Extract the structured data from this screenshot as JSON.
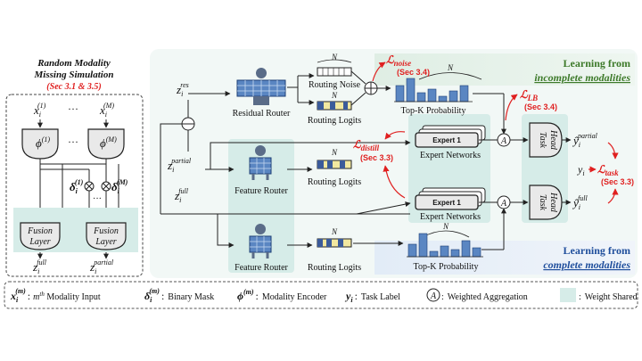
{
  "colors": {
    "accent_red": "#e02020",
    "green_title": "#3d7a2a",
    "blue_title": "#1f4e9c",
    "shared_fill": "#d6ece8",
    "panel_fill": "#f2f8f6",
    "box_gray": "#e9e9e9"
  },
  "left_panel": {
    "title_line1": "Random Modality",
    "title_line2": "Missing Simulation",
    "section": "(Sec 3.1 & 3.5)",
    "x1": "x",
    "x1_sub": "i",
    "x1_sup": "(1)",
    "xM": "x",
    "xM_sub": "i",
    "xM_sup": "(M)",
    "dots": "···",
    "phi1": "ϕ",
    "phi1_sup": "(1)",
    "phiM": "ϕ",
    "phiM_sup": "(M)",
    "delta1": "δ",
    "delta1_sub": "i",
    "delta1_sup": "(1)",
    "deltaM": "δ",
    "deltaM_sub": "i",
    "deltaM_sup": "(M)",
    "fusion_line1": "Fusion",
    "fusion_line2": "Layer",
    "z_full": "z",
    "z_full_sub": "i",
    "z_full_sup": "full",
    "z_partial": "z",
    "z_partial_sub": "i",
    "z_partial_sup": "partial"
  },
  "main": {
    "z_res": "z",
    "z_res_sub": "i",
    "z_res_sup": "res",
    "z_partial": "z",
    "z_partial_sub": "i",
    "z_partial_sup": "partial",
    "z_full": "z",
    "z_full_sub": "i",
    "z_full_sup": "full",
    "residual_router": "Residual Router",
    "feature_router_top": "Feature Router",
    "feature_router_bottom": "Feature Router",
    "routing_noise": "Routing Noise",
    "routing_logits_res": "Routing Logits",
    "routing_logits_mid": "Routing Logits",
    "routing_logits_bottom": "Routing Logits",
    "n_label": "N",
    "topk_top": "Top-K Probability",
    "topk_bottom": "Top-K Probability",
    "expert_label_top": "Expert 1",
    "expert_label_bottom": "Expert 1",
    "expert_networks_top": "Expert Networks",
    "expert_networks_bottom": "Expert Networks",
    "task_head_top_line1": "Task",
    "task_head_top_line2": "Head",
    "task_head_bottom_line1": "Task",
    "task_head_bottom_line2": "Head",
    "agg_symbol": "A",
    "y_hat_partial": "ŷ",
    "y_hat_partial_sub": "i",
    "y_hat_partial_sup": "partial",
    "y_hat_full": "ŷ",
    "y_hat_full_sub": "i",
    "y_hat_full_sup": "full",
    "y_i": "y",
    "y_i_sub": "i",
    "loss_noise": "noise",
    "loss_noise_sec": "(Sec 3.4)",
    "loss_lb": "LB",
    "loss_lb_sec": "(Sec 3.4)",
    "loss_distill": "distill",
    "loss_distill_sec": "(Sec 3.3)",
    "loss_task": "task",
    "loss_task_sec": "(Sec 3.3)",
    "loss_symbol": "ℒ",
    "learning_incomplete_line1": "Learning from",
    "learning_incomplete_line2": "incomplete modalities",
    "learning_complete_line1": "Learning from",
    "learning_complete_line2": "complete modalities"
  },
  "legend": {
    "x_sym": "x",
    "x_sub": "i",
    "x_sup": "(m)",
    "x_desc_m": "m",
    "x_desc_th": "th",
    "x_desc_rest": " Modality Input",
    "d_sym": "δ",
    "d_sub": "i",
    "d_sup": "(m)",
    "d_desc": "Binary  Mask",
    "phi_sym": "ϕ",
    "phi_sup": "(m)",
    "phi_desc": "Modality Encoder",
    "y_sym": "y",
    "y_sub": "i",
    "y_desc": "Task Label",
    "agg_sym": "A",
    "agg_desc": "Weighted Aggregation",
    "shared_desc": "Weight Shared",
    "colon": ":"
  }
}
